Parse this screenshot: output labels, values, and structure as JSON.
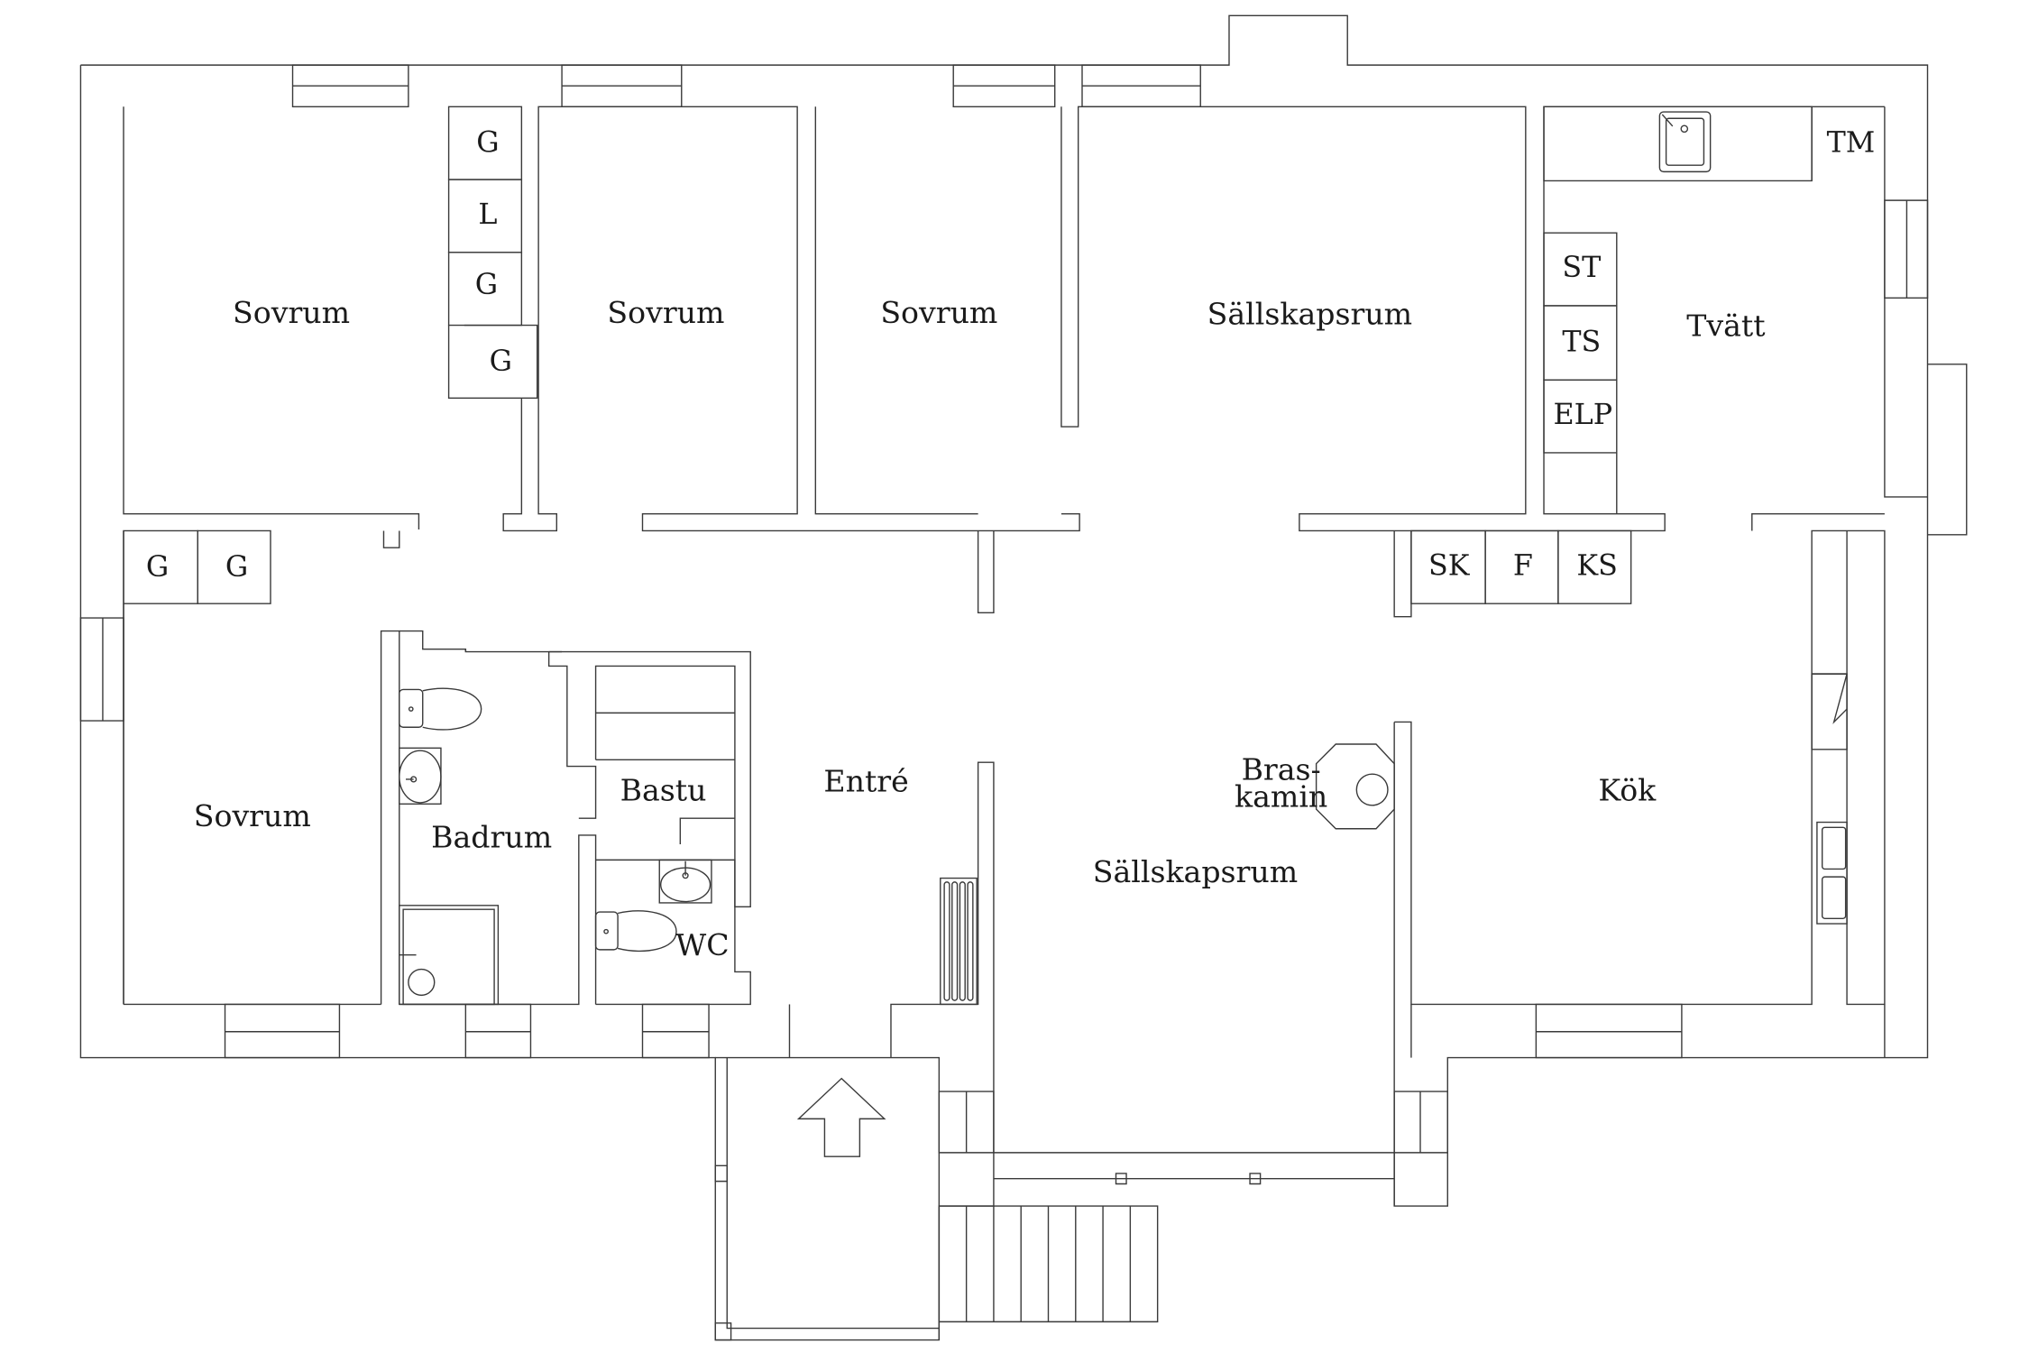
{
  "labels": {
    "sovrum": "Sovrum",
    "sallskapsrum": "Sällskapsrum",
    "tvatt": "Tvätt",
    "entre": "Entré",
    "badrum": "Badrum",
    "bastu": "Bastu",
    "wc": "WC",
    "kok": "Kök",
    "braskamin_1": "Bras-",
    "braskamin_2": "kamin",
    "g": "G",
    "l": "L",
    "st": "ST",
    "ts": "TS",
    "elp": "ELP",
    "tm": "TM",
    "sk": "SK",
    "f": "F",
    "ks": "KS"
  }
}
